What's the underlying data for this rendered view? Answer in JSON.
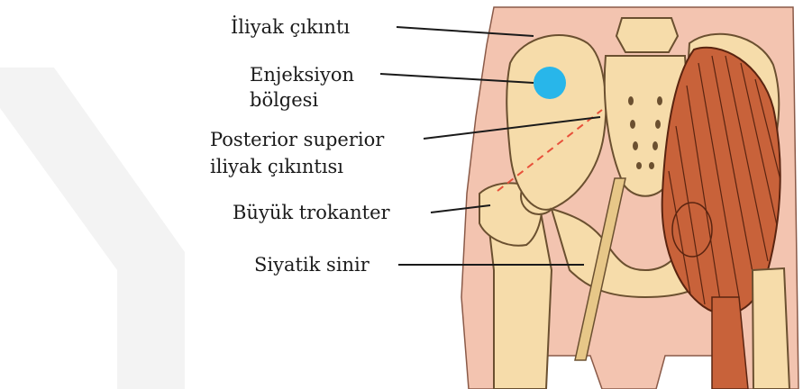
{
  "labels": {
    "iliac_crest": "İliyak çıkıntı",
    "injection_line1": "Enjeksiyon",
    "injection_line2": "bölgesi",
    "psis_line1": "Posterior superior",
    "psis_line2": "iliyak çıkıntısı",
    "trochanter": "Büyük trokanter",
    "sciatic": "Siyatik sinir"
  },
  "colors": {
    "skin": "#f3c4b0",
    "bone": "#f6dcaa",
    "muscle": "#c8623a",
    "nerve": "#e7c788",
    "injection_site": "#28b6ea",
    "guide_line": "#e8503a",
    "watermark": "#f1f1f1"
  }
}
